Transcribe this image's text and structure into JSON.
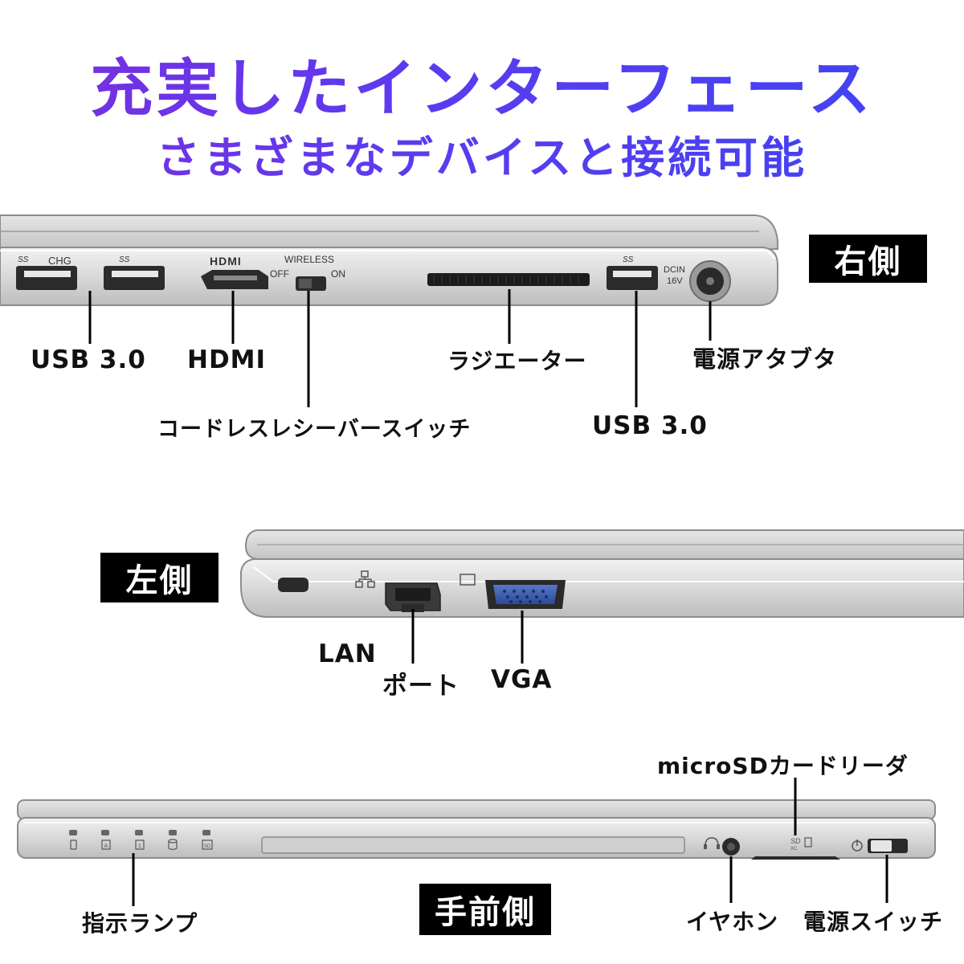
{
  "title": "充実したインターフェース",
  "subtitle": "さまざまなデバイスと接続可能",
  "right_side": {
    "badge": "右側",
    "port_labels": {
      "usb_chg": "CHG",
      "hdmi_logo": "HDMI",
      "wireless": "WIRELESS",
      "off": "OFF",
      "on": "ON",
      "dcin": "DCIN",
      "dc_voltage": "16V"
    },
    "callouts": {
      "usb_left": "USB 3.0",
      "hdmi": "HDMI",
      "wireless_switch": "コードレスレシーバースイッチ",
      "radiator": "ラジエーター",
      "usb_right": "USB 3.0",
      "power_adapter": "電源アタブタ"
    }
  },
  "left_side": {
    "badge": "左側",
    "callouts": {
      "lan_1": "LAN",
      "lan_2": "ポート",
      "vga": "VGA"
    }
  },
  "front_side": {
    "badge": "手前側",
    "callouts": {
      "microsd": "microSDカードリーダ",
      "indicator": "指示ランプ",
      "earphone": "イヤホン",
      "power_switch": "電源スイッチ"
    },
    "icons": [
      "battery-icon",
      "caps-lock-icon",
      "num-lock-icon",
      "drive-icon",
      "sd-icon"
    ]
  },
  "colors": {
    "title_start": "#7a2ee0",
    "title_end": "#3f43f2",
    "badge_bg": "#000000",
    "vga_blue": "#3b5bb0"
  }
}
